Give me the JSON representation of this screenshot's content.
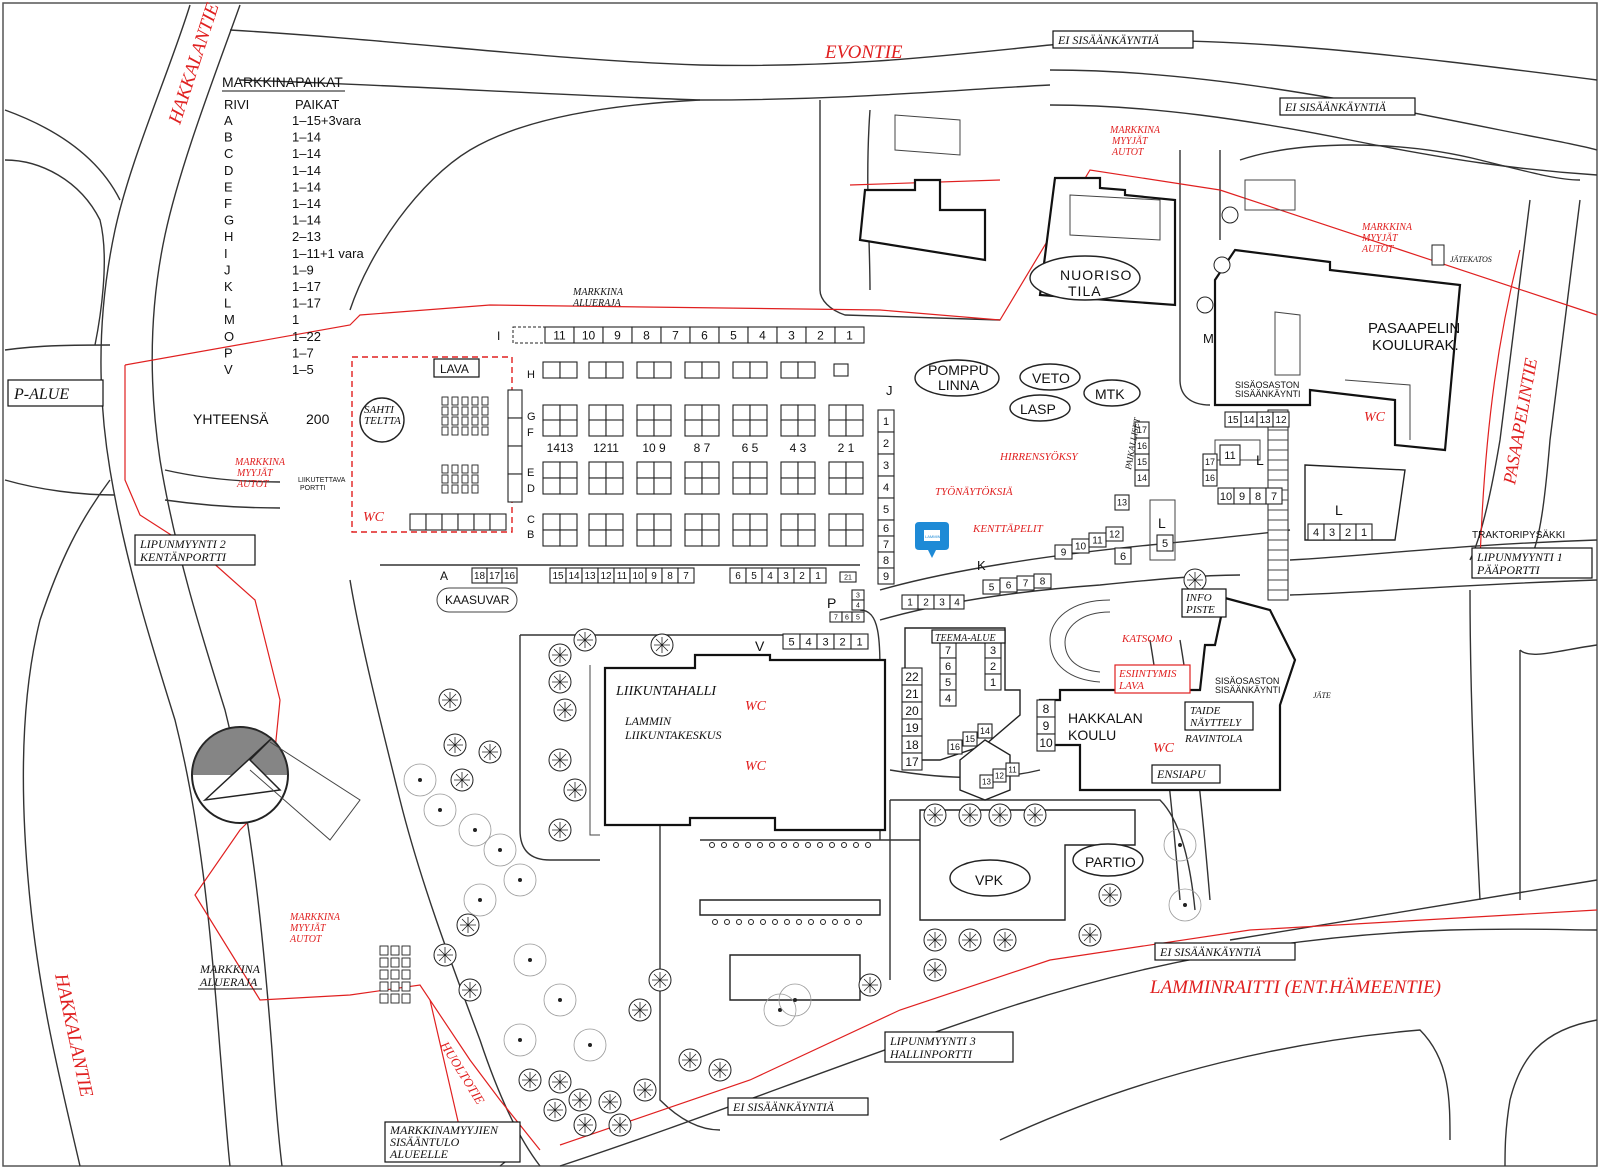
{
  "streets": {
    "hakkalantie_top": "HAKKALANTIE",
    "hakkalantie_bottom": "HAKKALANTIE",
    "evontie": "EVONTIE",
    "pasaapelintie": "PASAAPELINTIE",
    "lamminraitti": "LAMMINRAITTI (ENT.HÄMEENTIE)",
    "huoltotie": "HUOLTOTIE"
  },
  "legend": {
    "title": "MARKKINAPAIKAT",
    "col1": "RIVI",
    "col2": "PAIKAT",
    "rows": [
      {
        "rivi": "A",
        "paikat": "1–15+3vara"
      },
      {
        "rivi": "B",
        "paikat": "1–14"
      },
      {
        "rivi": "C",
        "paikat": "1–14"
      },
      {
        "rivi": "D",
        "paikat": "1–14"
      },
      {
        "rivi": "E",
        "paikat": "1–14"
      },
      {
        "rivi": "F",
        "paikat": "1–14"
      },
      {
        "rivi": "G",
        "paikat": "1–14"
      },
      {
        "rivi": "H",
        "paikat": "2–13"
      },
      {
        "rivi": "I",
        "paikat": "1–11+1 vara"
      },
      {
        "rivi": "J",
        "paikat": "1–9"
      },
      {
        "rivi": "K",
        "paikat": "1–17"
      },
      {
        "rivi": "L",
        "paikat": "1–17"
      },
      {
        "rivi": "M",
        "paikat": "1"
      },
      {
        "rivi": "O",
        "paikat": "1–22"
      },
      {
        "rivi": "P",
        "paikat": "1–7"
      },
      {
        "rivi": "V",
        "paikat": "1–5"
      }
    ],
    "total_label": "YHTEENSÄ",
    "total_value": "200"
  },
  "boxes": {
    "p_alue": "P-ALUE",
    "ei_1": "EI SISÄÄNKÄYNTIÄ",
    "ei_2": "EI SISÄÄNKÄYNTIÄ",
    "ei_3": "EI SISÄÄNKÄYNTIÄ",
    "ei_4": "EI SISÄÄNKÄYNTIÄ",
    "lipun2_l1": "LIPUNMYYNTI 2",
    "lipun2_l2": "KENTÄNPORTTI",
    "lipun1_l1": "LIPUNMYYNTI 1",
    "lipun1_l2": "PÄÄPORTTI",
    "lipun3_l1": "LIPUNMYYNTI 3",
    "lipun3_l2": "HALLINPORTTI",
    "myyjien_l1": "MARKKINAMYYJIEN",
    "myyjien_l2": "SISÄÄNTULO",
    "myyjien_l3": "ALUEELLE",
    "alueraja_l1": "MARKKINA",
    "alueraja_l2": "ALUERAJA",
    "info_l1": "INFO",
    "info_l2": "PISTE",
    "esiintymis_l1": "ESIINTYMIS",
    "esiintymis_l2": "LAVA",
    "taide_l1": "TAIDE",
    "taide_l2": "NÄYTTELY",
    "ensiapu": "ENSIAPU",
    "teema": "TEEMA-ALUE",
    "lava": "LAVA"
  },
  "labels": {
    "myyjat_l1": "MARKKINA",
    "myyjat_l2": "MYYJÄT",
    "myyjat_l3": "AUTOT",
    "alueraja_top_l1": "MARKKINA",
    "alueraja_top_l2": "ALUERAJA",
    "liikutettava_l1": "LIIKUTETTAVA",
    "liikutettava_l2": "PORTTI",
    "sahti_l1": "SAHTI",
    "sahti_l2": "TELTTA",
    "wc": "WC",
    "kaasuvar": "KAASUVAR",
    "pomppu_l1": "POMPPU",
    "pomppu_l2": "LINNA",
    "veto": "VETO",
    "lasp": "LASP",
    "mtk": "MTK",
    "hirrensyoksy": "HIRRENSYÖKSY",
    "tyonaytoksia": "TYÖNÄYTÖKSIÄ",
    "kenttapelit": "KENTTÄPELIT",
    "paikalliset": "PAIKALLISET",
    "nuoriso_l1": "NUORISO",
    "nuoriso_l2": "TILA",
    "pasaapelin_l1": "PASAAPELIN",
    "pasaapelin_l2": "KOULURAK.",
    "jatekatos": "JÄTEKATOS",
    "sisaosaston_l1": "SISÄOSASTON",
    "sisaosaston_l2": "SISÄÄNKÄYNTI",
    "traktori": "TRAKTORIPYSÄKKI",
    "katsomo": "KATSOMO",
    "hakkalan_l1": "HAKKALAN",
    "hakkalan_l2": "KOULU",
    "ravintola": "RAVINTOLA",
    "jate": "JÄTE",
    "liikuntahalli": "LIIKUNTAHALLI",
    "lammin_l1": "LAMMIN",
    "lammin_l2": "LIIKUNTAKESKUS",
    "vpk": "VPK",
    "partio": "PARTIO",
    "lammin_logo": "LAMMIN"
  },
  "rows": {
    "I": "I",
    "H": "H",
    "G": "G",
    "F": "F",
    "E": "E",
    "D": "D",
    "C": "C",
    "B": "B",
    "A": "A",
    "J": "J",
    "K": "K",
    "L": "L",
    "M": "M",
    "P": "P",
    "V": "V"
  },
  "colors": {
    "red": "#e02020",
    "accent": "#1e8ad6",
    "line": "#222222"
  }
}
